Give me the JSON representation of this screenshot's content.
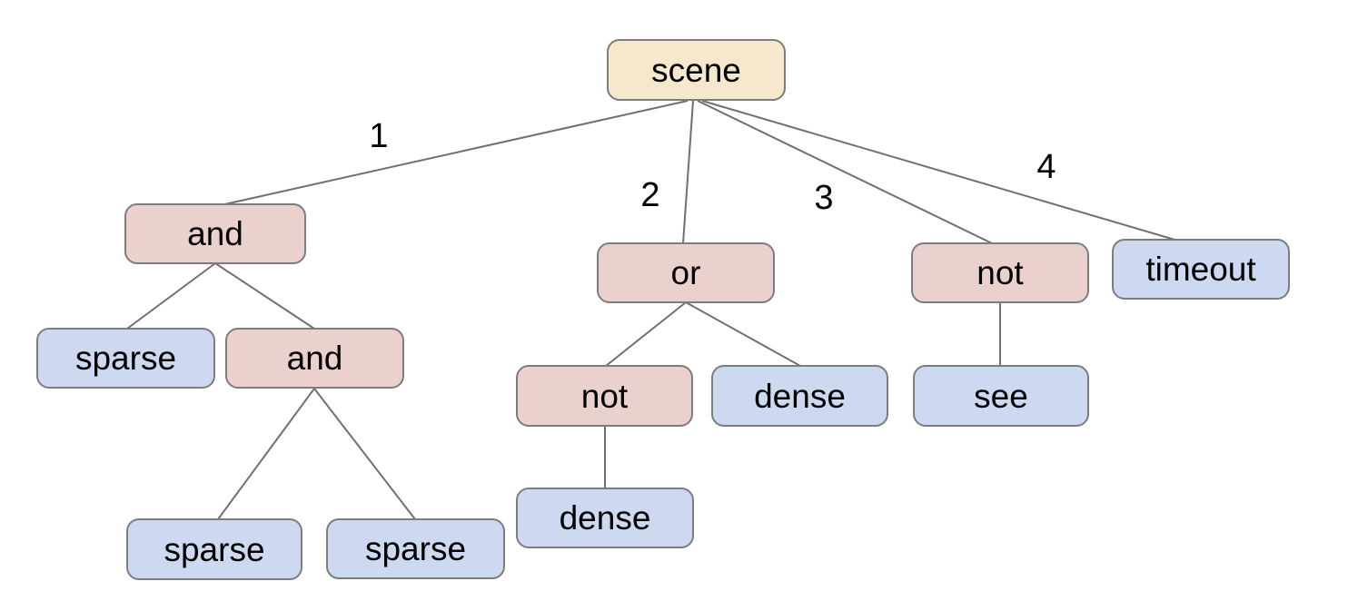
{
  "diagram": {
    "nodes": [
      {
        "id": "scene",
        "label": "scene",
        "type": "root"
      },
      {
        "id": "and-1",
        "label": "and",
        "type": "operator"
      },
      {
        "id": "or-1",
        "label": "or",
        "type": "operator"
      },
      {
        "id": "not-1",
        "label": "not",
        "type": "operator"
      },
      {
        "id": "timeout",
        "label": "timeout",
        "type": "leaf"
      },
      {
        "id": "sparse-1",
        "label": "sparse",
        "type": "leaf"
      },
      {
        "id": "and-2",
        "label": "and",
        "type": "operator"
      },
      {
        "id": "not-2",
        "label": "not",
        "type": "operator"
      },
      {
        "id": "dense-1",
        "label": "dense",
        "type": "leaf"
      },
      {
        "id": "see",
        "label": "see",
        "type": "leaf"
      },
      {
        "id": "sparse-2",
        "label": "sparse",
        "type": "leaf"
      },
      {
        "id": "sparse-3",
        "label": "sparse",
        "type": "leaf"
      },
      {
        "id": "dense-2",
        "label": "dense",
        "type": "leaf"
      }
    ],
    "edge_labels": [
      {
        "label": "1"
      },
      {
        "label": "2"
      },
      {
        "label": "3"
      },
      {
        "label": "4"
      }
    ],
    "colors": {
      "root_fill": "#f6e8cd",
      "operator_fill": "#ebd1ce",
      "leaf_fill": "#cdd9f0",
      "node_border": "#7d7d7d",
      "edge_line": "#707070",
      "text": "#000000",
      "background": "#ffffff"
    }
  }
}
